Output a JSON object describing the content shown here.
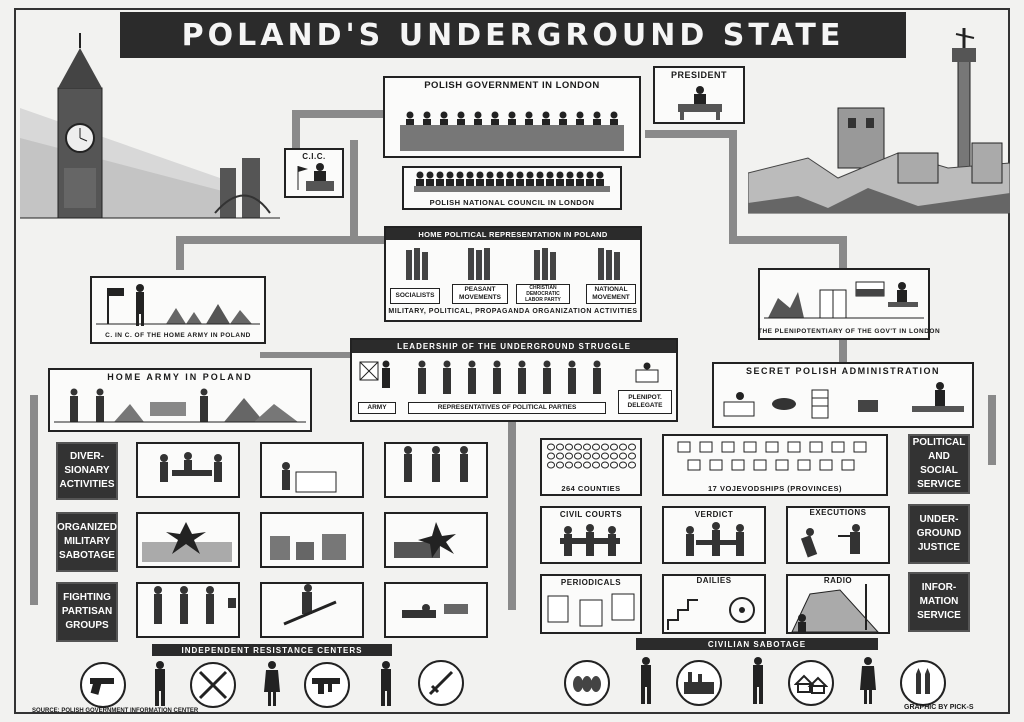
{
  "title": "POLAND'S UNDERGROUND STATE",
  "top": {
    "government": "POLISH GOVERNMENT IN LONDON",
    "president": "PRESIDENT",
    "cic": "C.I.C.",
    "council": "POLISH NATIONAL COUNCIL IN LONDON"
  },
  "home_political": {
    "title": "HOME POLITICAL REPRESENTATION IN POLAND",
    "parties": [
      "SOCIALISTS",
      "PEASANT MOVEMENTS",
      "CHRISTIAN DEMOCRATIC LABOR PARTY",
      "NATIONAL MOVEMENT"
    ],
    "footer": "MILITARY, POLITICAL, PROPAGANDA ORGANIZATION ACTIVITIES"
  },
  "cinc": "C. IN C. OF THE HOME ARMY IN POLAND",
  "plenipotentiary": "THE PLENIPOTENTIARY OF THE GOV'T IN LONDON",
  "leadership": {
    "title": "LEADERSHIP OF THE UNDERGROUND STRUGGLE",
    "army": "ARMY",
    "reps": "REPRESENTATIVES OF POLITICAL PARTIES",
    "delegate": "PLENIPOT. DELEGATE"
  },
  "home_army": "HOME ARMY IN POLAND",
  "secret_admin": "SECRET POLISH ADMINISTRATION",
  "left_labels": [
    "DIVER-SIONARY ACTIVITIES",
    "ORGANIZED MILITARY SABOTAGE",
    "FIGHTING PARTISAN GROUPS"
  ],
  "right_labels": [
    "POLITICAL AND SOCIAL SERVICE",
    "UNDER-GROUND JUSTICE",
    "INFOR-MATION SERVICE"
  ],
  "counties": "264 COUNTIES",
  "vojevodships": "17 VOJEVODSHIPS (PROVINCES)",
  "justice": [
    "CIVIL COURTS",
    "VERDICT",
    "EXECUTIONS"
  ],
  "information": [
    "PERIODICALS",
    "DAILIES",
    "RADIO"
  ],
  "independent": "INDEPENDENT RESISTANCE CENTERS",
  "civilian": "CIVILIAN SABOTAGE",
  "source": "SOURCE: POLISH GOVERNMENT INFORMATION CENTER",
  "credit": "GRAPHIC BY PICK-S",
  "colors": {
    "dark": "#2b2b2b",
    "pipe": "#8a8a8a",
    "paper": "#f2f2f0"
  }
}
